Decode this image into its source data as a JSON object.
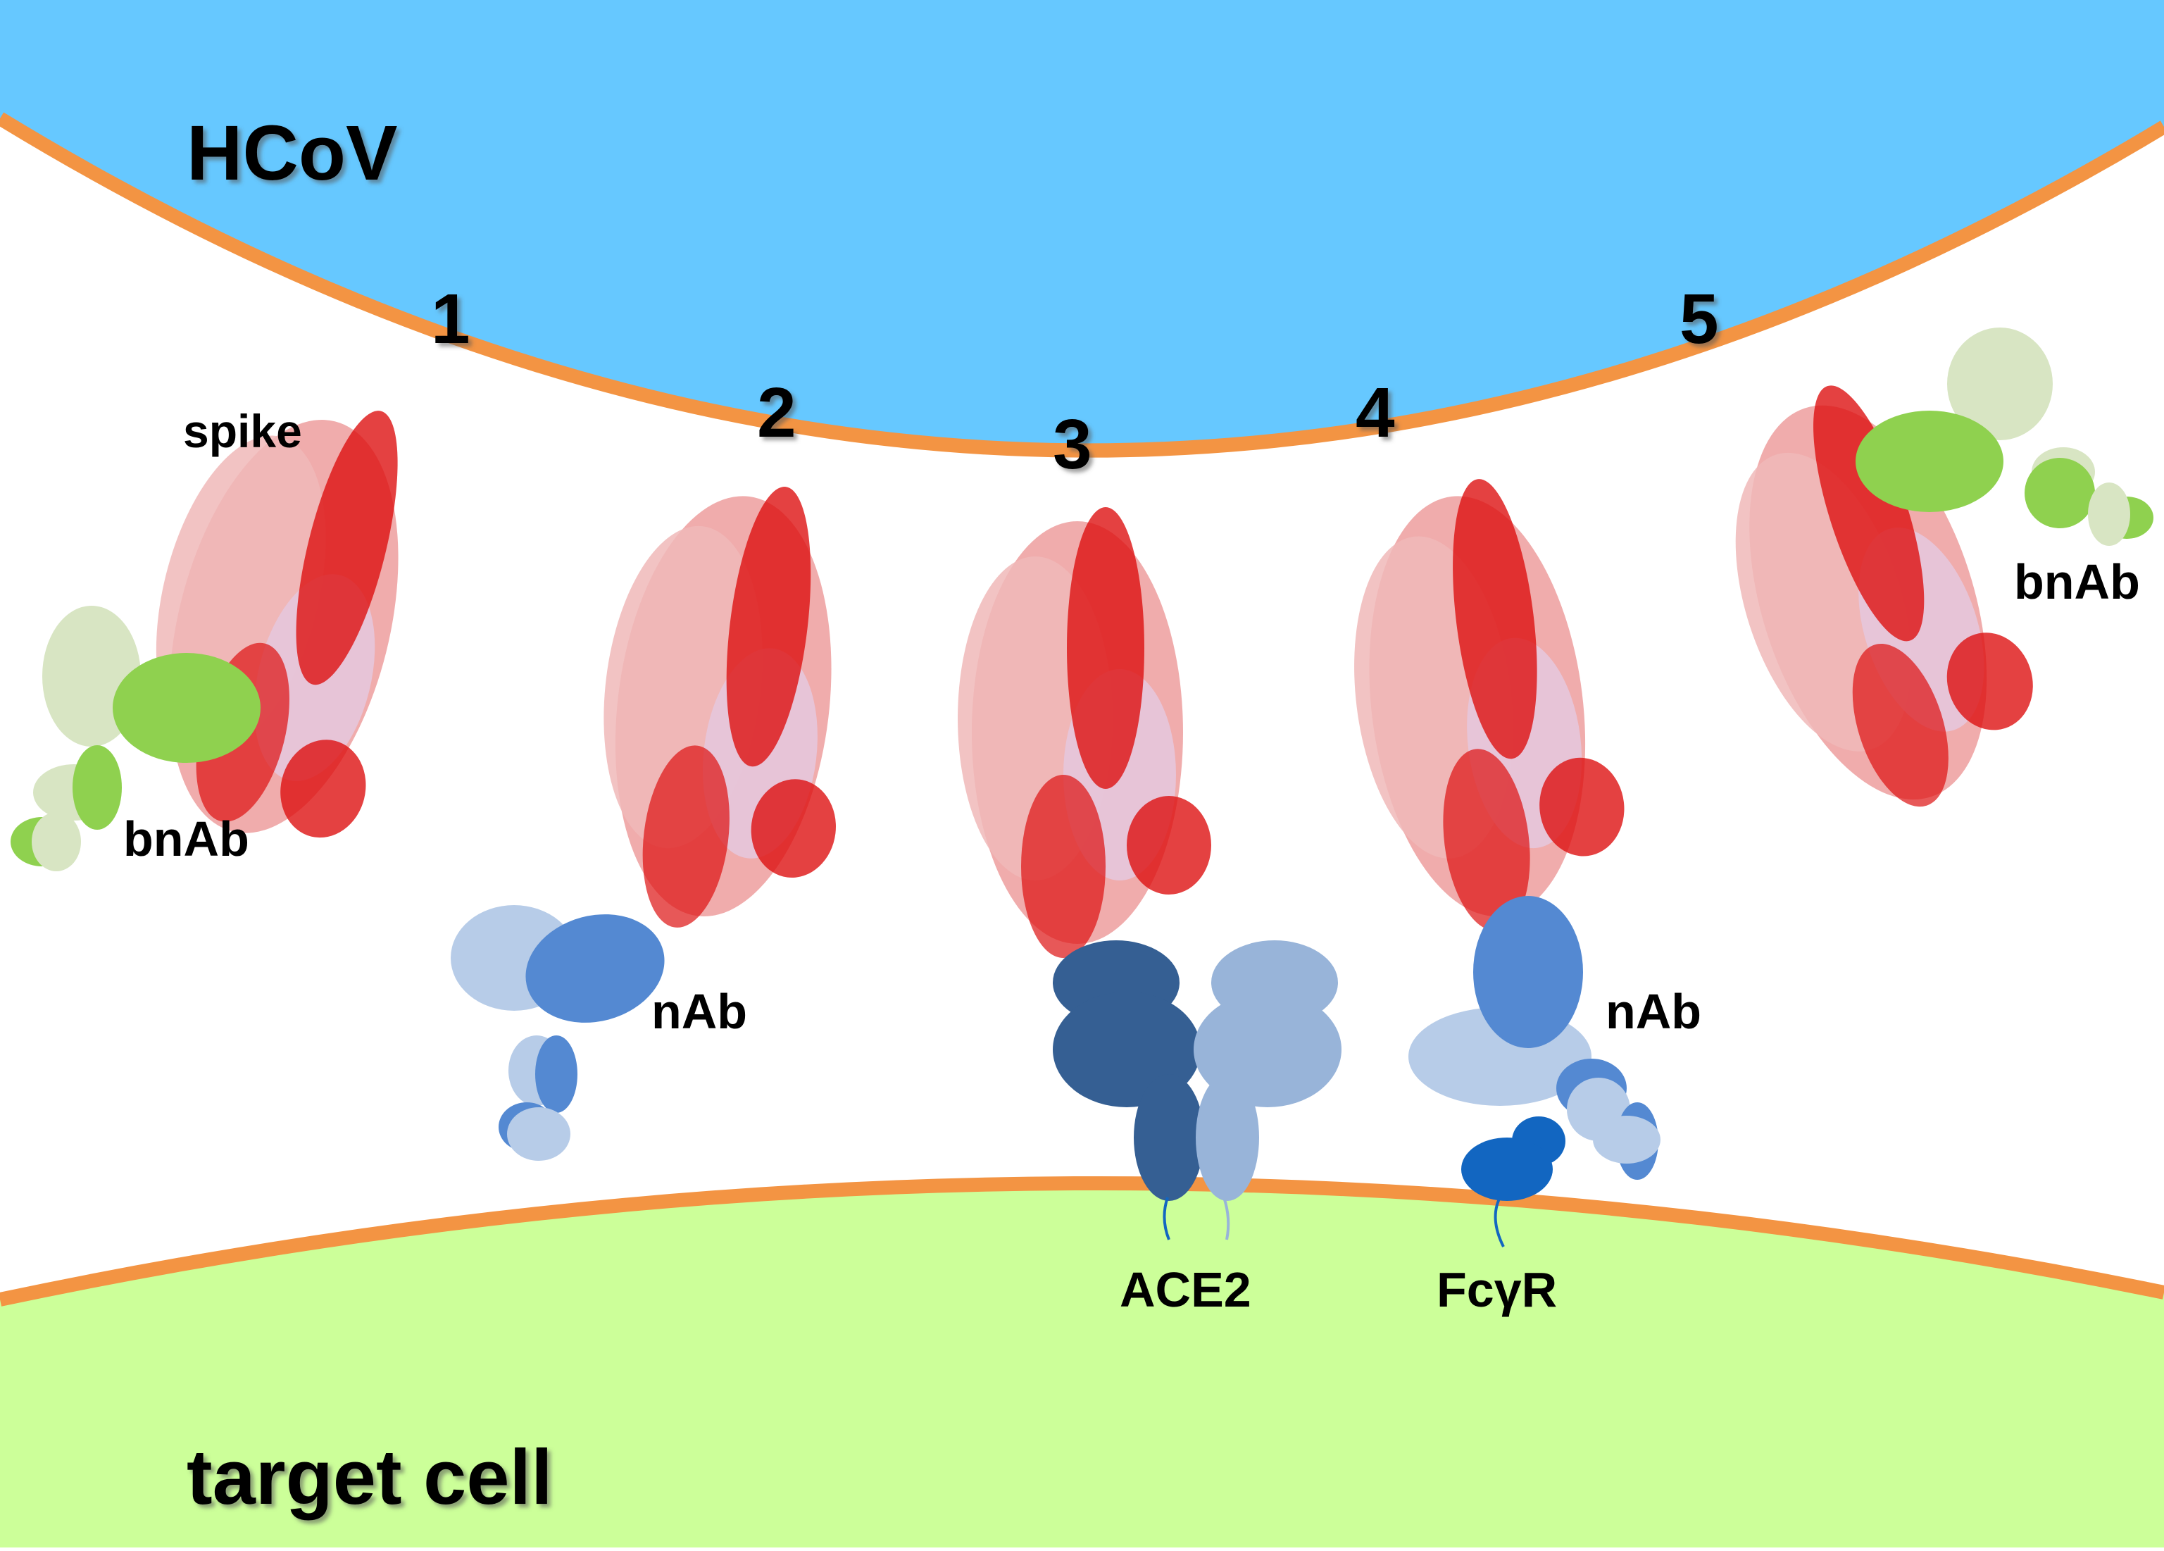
{
  "labels": {
    "virus": "HCoV",
    "target_cell": "target cell",
    "spike": "spike",
    "bnab_left": "bnAb",
    "bnab_right": "bnAb",
    "nab_left": "nAb",
    "nab_right": "nAb",
    "ace2": "ACE2",
    "fcgr": "FcγR"
  },
  "steps": [
    "1",
    "2",
    "3",
    "4",
    "5"
  ],
  "colors": {
    "virus_fill": "#66c8ff",
    "membrane": "#f39443",
    "cell_fill": "#ccff99",
    "spike_dark": "#dd1111",
    "spike_light": "#eea3a3",
    "spike_lilac": "#e6c6dc",
    "bnab_green": "#8fd14f",
    "bnab_pale": "#d8e5c3",
    "nab_blue": "#5489d2",
    "nab_pale": "#b7cce8",
    "ace2_dark": "#355f93",
    "ace2_light": "#98b4d9",
    "fcgr_blue": "#1266c1"
  }
}
